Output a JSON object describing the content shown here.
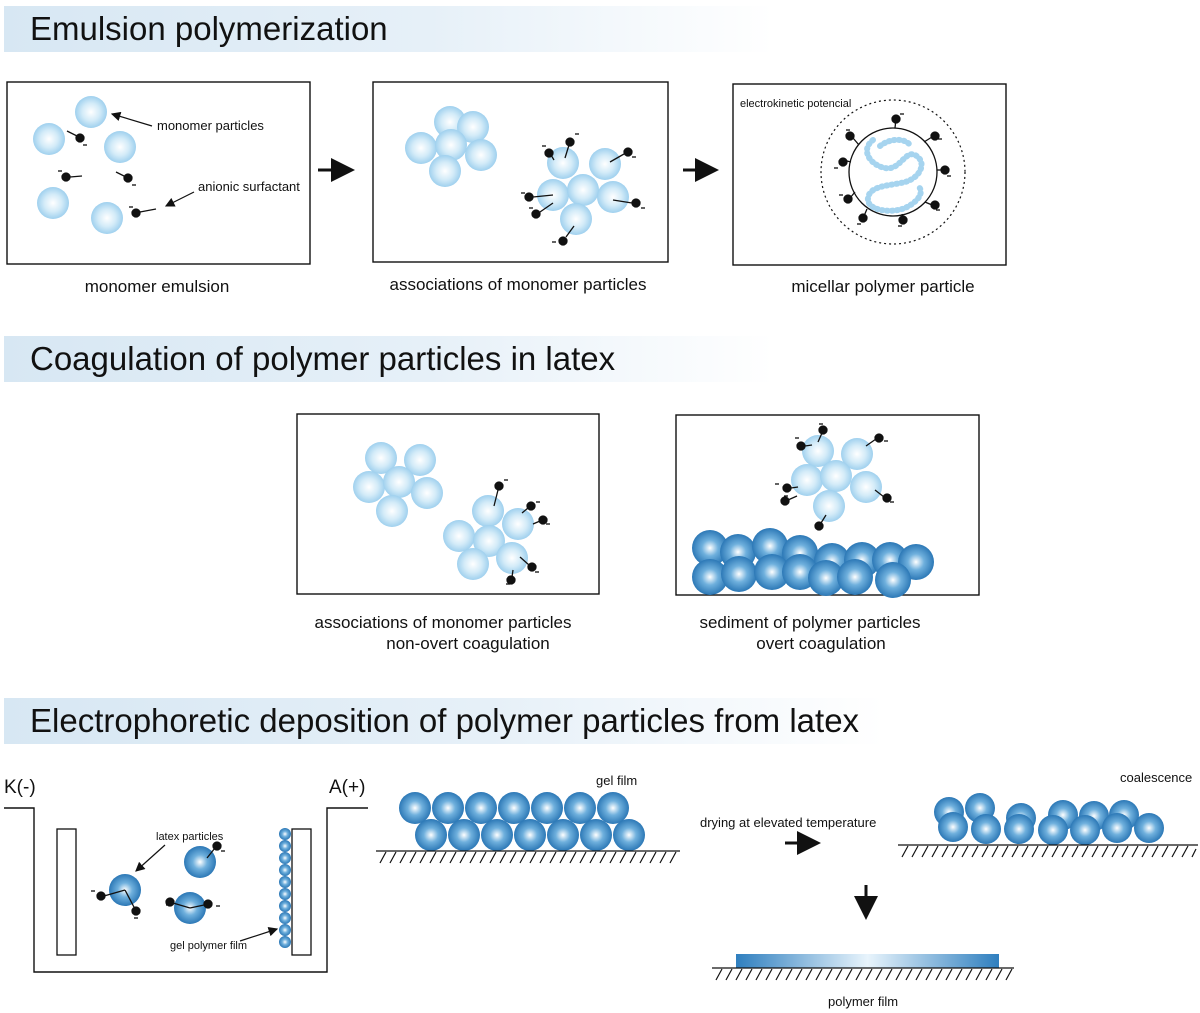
{
  "sections": {
    "emulsion": {
      "title": "Emulsion polymerization"
    },
    "coagulation": {
      "title": "Coagulation of polymer particles in latex"
    },
    "electro": {
      "title": "Electrophoretic deposition of polymer particles from latex"
    }
  },
  "panels": {
    "monomer_emulsion": {
      "caption": "monomer emulsion",
      "label_particles": "monomer particles",
      "label_surfactant": "anionic surfactant"
    },
    "associations": {
      "caption": "associations of monomer particles"
    },
    "micellar": {
      "caption": "micellar polymer particle",
      "label_potential": "electrokinetic potencial"
    },
    "non_overt": {
      "caption_line1": "associations of monomer particles",
      "caption_line2": "non-overt coagulation"
    },
    "overt": {
      "caption_line1": "sediment of polymer particles",
      "caption_line2": "overt coagulation"
    }
  },
  "electrophoresis": {
    "cathode": "K(-)",
    "anode": "A(+)",
    "label_latex": "latex particles",
    "label_gel_polymer": "gel polymer film",
    "label_gel_film": "gel film",
    "label_drying": "drying at elevated temperature",
    "label_coalescence": "coalescence",
    "label_polymer_film": "polymer film"
  },
  "colors": {
    "monomer_particle": "#bfe0f4",
    "polymer_particle": "#3f8ec9",
    "banner": "#d7e7f3",
    "line": "#111111"
  }
}
